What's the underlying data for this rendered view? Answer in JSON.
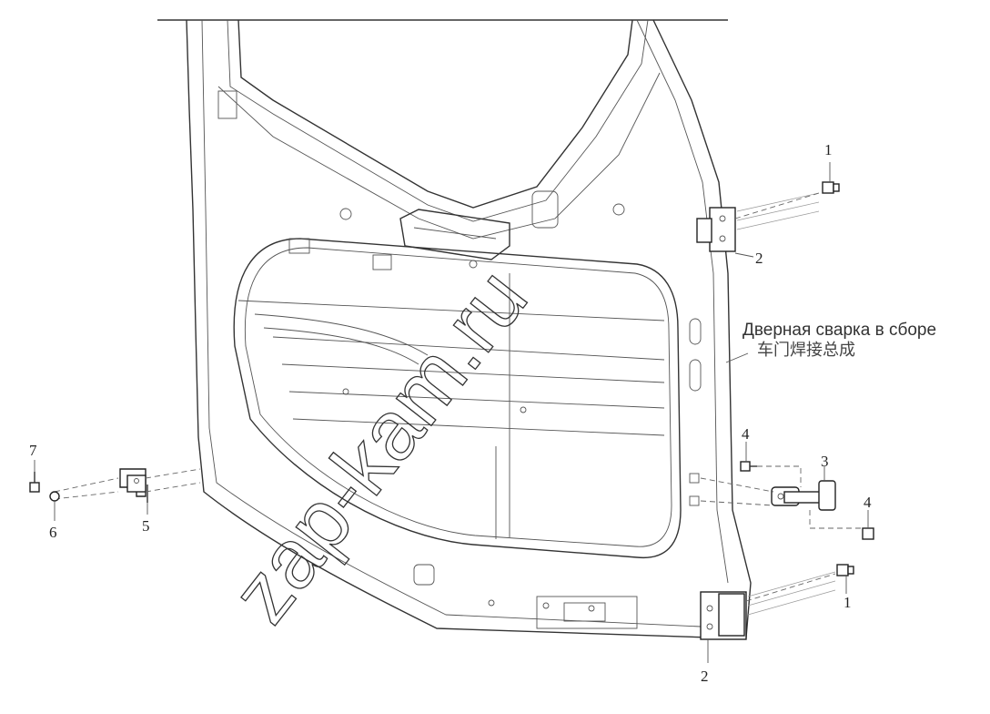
{
  "diagram": {
    "labels": {
      "hinge_bolt_upper": "1",
      "hinge_upper": "2",
      "hinge_bolt_lower": "1",
      "hinge_lower": "2",
      "door_check": "3",
      "check_bolt_top": "4",
      "check_bolt_right": "4",
      "bracket": "5",
      "pin": "6",
      "bolt_left": "7"
    },
    "assembly_name_ru": "Дверная сварка в сборе",
    "assembly_name_cn": "车门焊接总成",
    "watermark": "zap-kam.ru"
  }
}
